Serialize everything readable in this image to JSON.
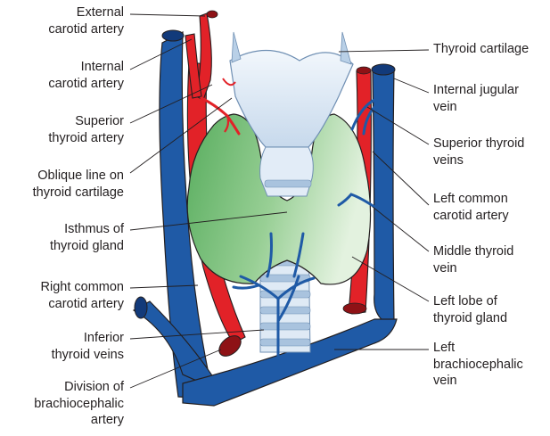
{
  "colors": {
    "vein": "#1f5aa6",
    "vein_dark": "#123a7a",
    "artery": "#e22228",
    "artery_dark": "#8e1216",
    "cartilage": "#dce8f3",
    "cartilage_edge": "#6f8fb3",
    "gland_light": "#cfe8c9",
    "gland_dark": "#58ad5e",
    "trachea_ring": "#a9c3de",
    "outline": "#231f20"
  },
  "labels_left": [
    {
      "key": "external_carotid",
      "lines": [
        "External",
        "carotid artery"
      ]
    },
    {
      "key": "internal_carotid",
      "lines": [
        "Internal",
        "carotid artery"
      ]
    },
    {
      "key": "superior_thyroid_artery",
      "lines": [
        "Superior",
        "thyroid artery"
      ]
    },
    {
      "key": "oblique_line",
      "lines": [
        "Oblique line on",
        "thyroid cartilage"
      ]
    },
    {
      "key": "isthmus",
      "lines": [
        "Isthmus of",
        "thyroid gland"
      ]
    },
    {
      "key": "right_common_carotid",
      "lines": [
        "Right common",
        "carotid artery"
      ]
    },
    {
      "key": "inferior_thyroid_veins",
      "lines": [
        "Inferior",
        "thyroid veins"
      ]
    },
    {
      "key": "division_brachiocephalic",
      "lines": [
        "Division of",
        "brachiocephalic",
        "artery"
      ]
    }
  ],
  "labels_right": [
    {
      "key": "thyroid_cartilage",
      "lines": [
        "Thyroid cartilage"
      ]
    },
    {
      "key": "internal_jugular",
      "lines": [
        "Internal jugular",
        "vein"
      ]
    },
    {
      "key": "superior_thyroid_veins",
      "lines": [
        "Superior thyroid",
        "veins"
      ]
    },
    {
      "key": "left_common_carotid",
      "lines": [
        "Left common",
        "carotid artery"
      ]
    },
    {
      "key": "middle_thyroid_vein",
      "lines": [
        "Middle thyroid",
        "vein"
      ]
    },
    {
      "key": "left_lobe",
      "lines": [
        "Left lobe of",
        "thyroid gland"
      ]
    },
    {
      "key": "left_brachiocephalic",
      "lines": [
        "Left",
        "brachiocephalic",
        "vein"
      ]
    }
  ]
}
